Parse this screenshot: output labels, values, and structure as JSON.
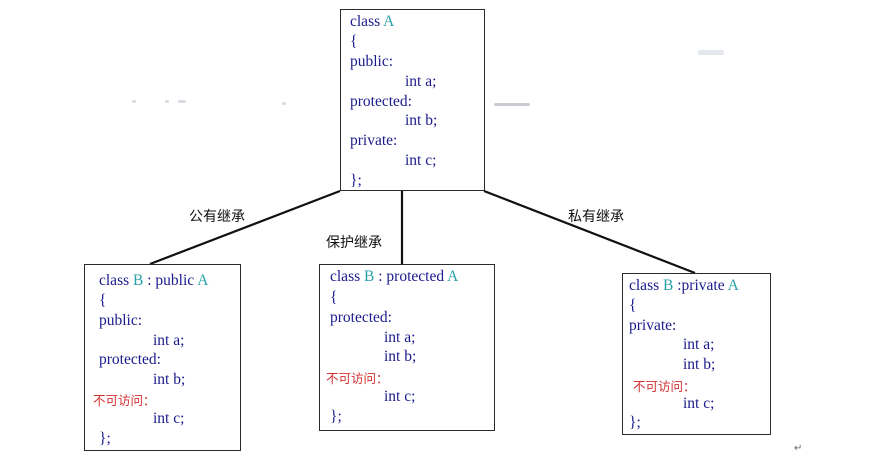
{
  "base": {
    "name": "A",
    "kw_class": "class",
    "open": "{",
    "public": "public:",
    "int_a": "int a;",
    "protected": "protected:",
    "int_b": "int b;",
    "private": "private:",
    "int_c": "int c;",
    "close": "};"
  },
  "public_child": {
    "kw_class": "class",
    "name": "B",
    "inherit": ": public",
    "base": "A",
    "open": "{",
    "sec1": "public:",
    "int_a": "int a;",
    "sec2": "protected:",
    "int_b": "int b;",
    "sec3": "不可访问：",
    "int_c": "int c;",
    "close": "};"
  },
  "protected_child": {
    "kw_class": "class",
    "name": "B",
    "inherit": ": protected",
    "base": "A",
    "open": "{",
    "sec1": "protected:",
    "int_a": "int a;",
    "int_b": "int b;",
    "sec2": "不可访问：",
    "int_c": "int c;",
    "close": "};"
  },
  "private_child": {
    "kw_class": "class",
    "name": "B",
    "inherit": ":private",
    "base": "A",
    "open": "{",
    "sec1": "private:",
    "int_a": "int a;",
    "int_b": "int b;",
    "sec2": "不可访问：",
    "int_c": "int c;",
    "close": "};"
  },
  "edges": {
    "public_label": "公有继承",
    "protected_label": "保护继承",
    "private_label": "私有继承"
  },
  "colors": {
    "keyword": "#1a1a8c",
    "class_name": "#2aa0a8",
    "inaccessible": "#d23030",
    "line": "#111111"
  }
}
